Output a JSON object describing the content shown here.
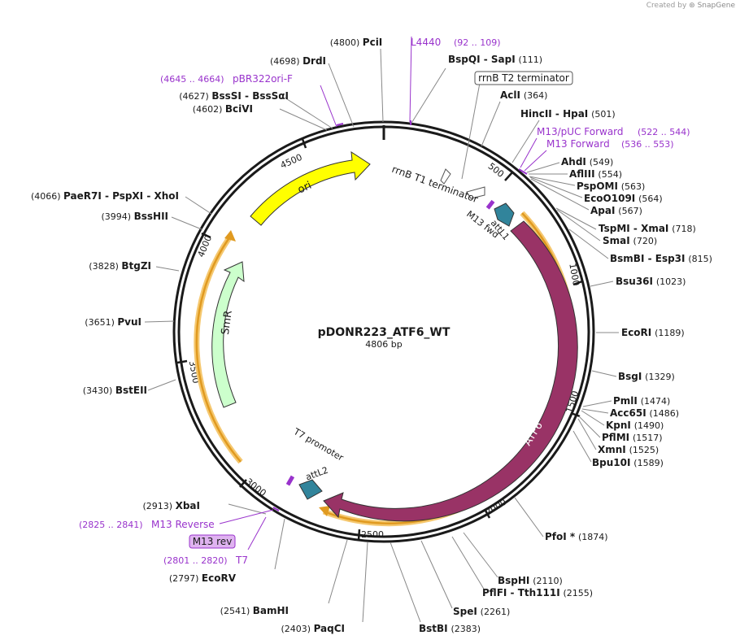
{
  "credit": {
    "prefix": "Created by",
    "brand": "SnapGene"
  },
  "plasmid": {
    "name": "pDONR223_ATF6_WT",
    "length_label": "4806 bp",
    "length": 4806
  },
  "ruler_labels": [
    "500",
    "1000",
    "1500",
    "2000",
    "2500",
    "3000",
    "3500",
    "4000",
    "4500"
  ],
  "feature_labels": {
    "ori": "ori",
    "smr": "SmR",
    "atf6": "ATF6",
    "rrnb_t1": "rrnB T1 terminator",
    "m13_fwd": "M13 fwd",
    "attl1": "attL1",
    "t7_promoter": "T7 promoter",
    "attl2": "attL2"
  },
  "colors": {
    "backbone": "#1a1a1a",
    "ori": "#ffff00",
    "smr": "#ccffcc",
    "atf6": "#993366",
    "att": "#31849b",
    "primer": "#993399",
    "orange": "#f0a020",
    "label_site": "#9933cc"
  },
  "sites_right": [
    {
      "name": "PciI",
      "pos": "(4800)"
    },
    {
      "name": "BspQI",
      "alt": "SapI",
      "pos": "(111)"
    },
    {
      "name": "AclI",
      "pos": "(364)"
    },
    {
      "name": "HincII",
      "alt": "HpaI",
      "pos": "(501)"
    },
    {
      "name": "AhdI",
      "pos": "(549)"
    },
    {
      "name": "AflIII",
      "pos": "(554)"
    },
    {
      "name": "PspOMI",
      "pos": "(563)"
    },
    {
      "name": "EcoO109I",
      "pos": "(564)"
    },
    {
      "name": "ApaI",
      "pos": "(567)"
    },
    {
      "name": "TspMI",
      "alt": "XmaI",
      "pos": "(718)"
    },
    {
      "name": "SmaI",
      "pos": "(720)"
    },
    {
      "name": "BsmBI",
      "alt": "Esp3I",
      "pos": "(815)"
    },
    {
      "name": "Bsu36I",
      "pos": "(1023)"
    },
    {
      "name": "EcoRI",
      "pos": "(1189)"
    },
    {
      "name": "BsgI",
      "pos": "(1329)"
    },
    {
      "name": "PmlI",
      "pos": "(1474)"
    },
    {
      "name": "Acc65I",
      "pos": "(1486)"
    },
    {
      "name": "KpnI",
      "pos": "(1490)"
    },
    {
      "name": "PflMI",
      "pos": "(1517)"
    },
    {
      "name": "XmnI",
      "pos": "(1525)"
    },
    {
      "name": "Bpu10I",
      "pos": "(1589)"
    },
    {
      "name": "PfoI *",
      "pos": "(1874)"
    },
    {
      "name": "BspHI",
      "pos": "(2110)"
    },
    {
      "name": "PflFI",
      "alt": "Tth111I",
      "pos": "(2155)"
    },
    {
      "name": "SpeI",
      "pos": "(2261)"
    },
    {
      "name": "BstBI",
      "pos": "(2383)"
    }
  ],
  "sites_left": [
    {
      "name": "DrdI",
      "pos": "(4698)"
    },
    {
      "name": "BssSI",
      "alt": "BssSαI",
      "pos": "(4627)"
    },
    {
      "name": "BciVI",
      "pos": "(4602)"
    },
    {
      "name": "PaeR7I",
      "alt": "PspXI",
      "alt2": "XhoI",
      "pos": "(4066)"
    },
    {
      "name": "BssHII",
      "pos": "(3994)"
    },
    {
      "name": "BtgZI",
      "pos": "(3828)"
    },
    {
      "name": "PvuI",
      "pos": "(3651)"
    },
    {
      "name": "BstEII",
      "pos": "(3430)"
    },
    {
      "name": "XbaI",
      "pos": "(2913)"
    },
    {
      "name": "EcoRV",
      "pos": "(2797)"
    },
    {
      "name": "BamHI",
      "pos": "(2541)"
    },
    {
      "name": "PaqCI",
      "pos": "(2403)"
    }
  ],
  "primer_labels": {
    "l4440": "L4440",
    "l4440_range": "(92 .. 109)",
    "pbr": "pBR322ori-F",
    "pbr_range": "(4645 .. 4664)",
    "m13puc": "M13/pUC Forward",
    "m13puc_range": "(522 .. 544)",
    "m13f": "M13 Forward",
    "m13f_range": "(536 .. 553)",
    "m13rev_primer": "M13 Reverse",
    "m13rev_range": "(2825 .. 2841)",
    "t7": "T7",
    "t7_range": "(2801 .. 2820)"
  },
  "boxed_labels": {
    "rrnb_t2": "rrnB T2 terminator",
    "m13_rev": "M13 rev"
  }
}
